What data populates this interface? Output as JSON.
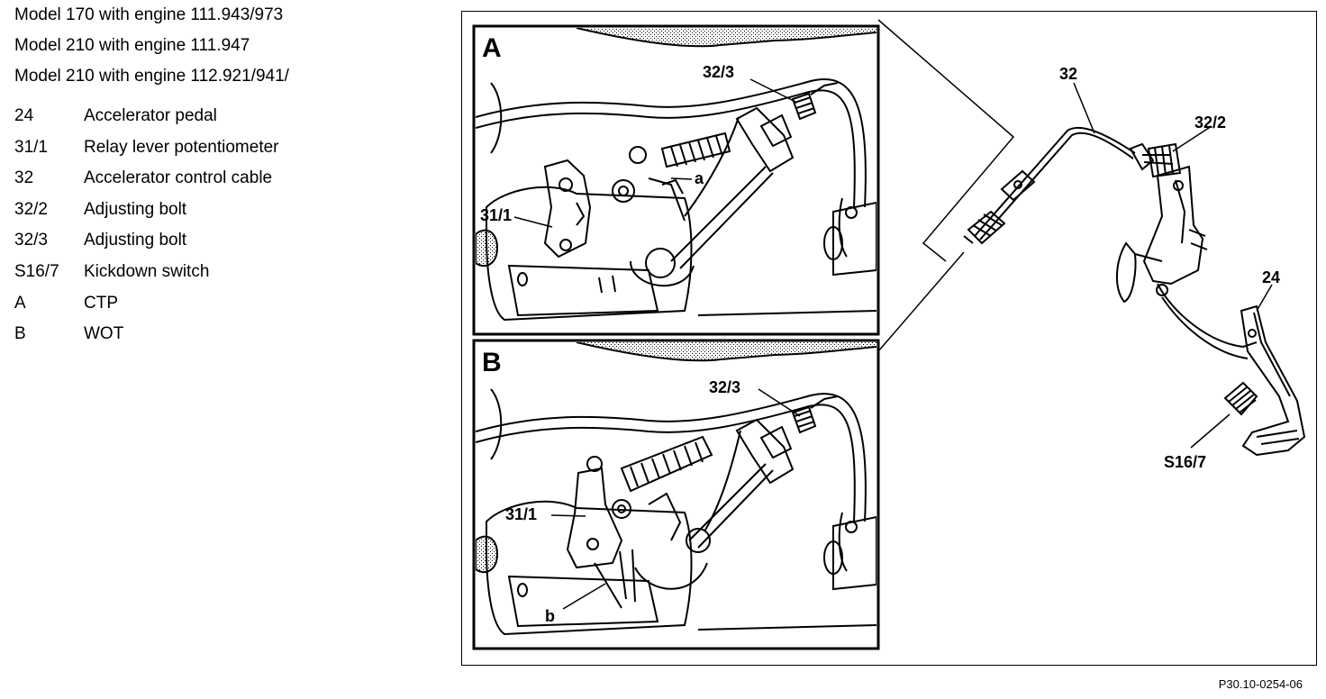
{
  "models": [
    "Model 170 with engine 111.943/973",
    "Model 210 with engine 111.947",
    "Model 210 with engine 112.921/941/"
  ],
  "legend": [
    {
      "code": "24",
      "desc": "Accelerator pedal"
    },
    {
      "code": "31/1",
      "desc": "Relay lever potentiometer"
    },
    {
      "code": "32",
      "desc": "Accelerator control cable"
    },
    {
      "code": "32/2",
      "desc": "Adjusting bolt"
    },
    {
      "code": "32/3",
      "desc": "Adjusting bolt"
    },
    {
      "code": "S16/7",
      "desc": "Kickdown switch"
    },
    {
      "code": "A",
      "desc": "CTP"
    },
    {
      "code": "B",
      "desc": "WOT"
    }
  ],
  "diagram": {
    "panel_a": {
      "letter": "A",
      "label_32_3": "32/3",
      "label_31_1": "31/1",
      "label_a": "a"
    },
    "panel_b": {
      "letter": "B",
      "label_32_3": "32/3",
      "label_31_1": "31/1",
      "label_b": "b"
    },
    "main": {
      "label_32": "32",
      "label_32_2": "32/2",
      "label_24": "24",
      "label_s16_7": "S16/7"
    }
  },
  "reference": "P30.10-0254-06"
}
